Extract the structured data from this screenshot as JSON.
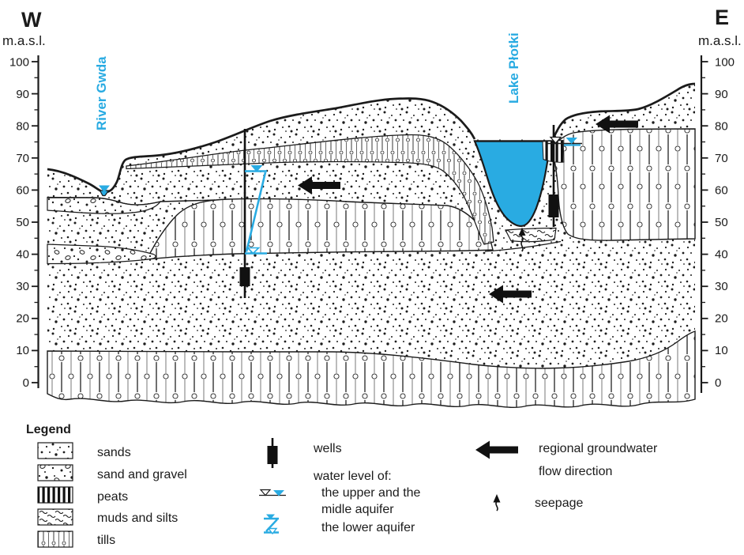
{
  "figure": {
    "west_marker": "W",
    "east_marker": "E",
    "axis_unit_left": "m.a.s.l.",
    "axis_unit_right": "m.a.s.l.",
    "river_label": "River Gwda",
    "lake_label": "Lake Płotki"
  },
  "axis": {
    "ticks": [
      "100",
      "90",
      "80",
      "70",
      "60",
      "50",
      "40",
      "30",
      "20",
      "10",
      "0"
    ]
  },
  "legend": {
    "title": "Legend",
    "items": [
      {
        "label": "sands"
      },
      {
        "label": "sand and gravel"
      },
      {
        "label": "peats"
      },
      {
        "label": "muds and silts"
      },
      {
        "label": "tills"
      }
    ],
    "wells_label": "wells",
    "water_level_heading": "water level of:",
    "upper_aquifer_line1": "the upper and the",
    "upper_aquifer_line2": "midle aquifer",
    "lower_aquifer_line": "the lower aquifer",
    "flow_line1": "regional groundwater",
    "flow_line2": "flow direction",
    "seepage_label": "seepage"
  },
  "colors": {
    "water": "#29abe2",
    "ink": "#1b1b1b"
  }
}
